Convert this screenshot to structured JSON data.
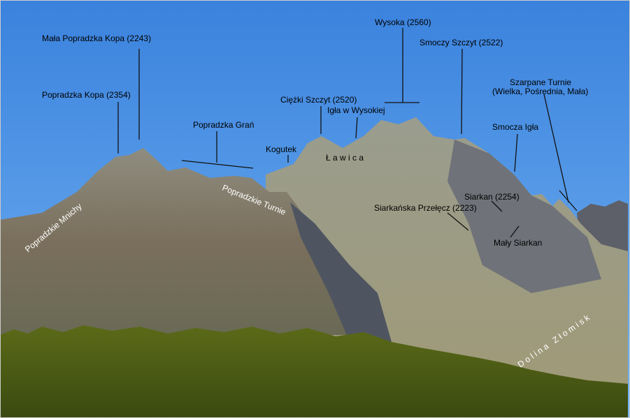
{
  "labels": {
    "mala_popradzka_kopa": "Mała Popradzka Kopa (2243)",
    "popradzka_kopa": "Popradzka Kopa (2354)",
    "popradzka_gran": "Popradzka Grań",
    "kogutek": "Kogutek",
    "ciezki_szczyt": "Ciężki Szczyt (2520)",
    "igla_w_wysokiej": "Igła w Wysokiej",
    "wysoka": "Wysoka (2560)",
    "smoczy_szczyt": "Smoczy Szczyt (2522)",
    "szarpane_turnie_1": "Szarpane Turnie",
    "szarpane_turnie_2": "(Wielka, Pośrednia, Mała)",
    "smocza_igla": "Smocza Igła",
    "siarkan": "Siarkan (2254)",
    "siarkanska_przelecz": "Siarkańska Przełęcz (2223)",
    "maly_siarkan": "Mały Siarkan",
    "lawica": "Ł a w i c a",
    "popradzkie_mnichy": "Popradzkie Mnichy",
    "popradzkie_turnie": "Popradzkie Turnie",
    "dolina_zlomisk": "D o l i n a   Z ł o m i s k"
  },
  "colors": {
    "sky_top": "#3d86e0",
    "sky_bottom": "#6fb0f2",
    "rock": "#7d7a6c",
    "forest": "#4a5a12"
  }
}
